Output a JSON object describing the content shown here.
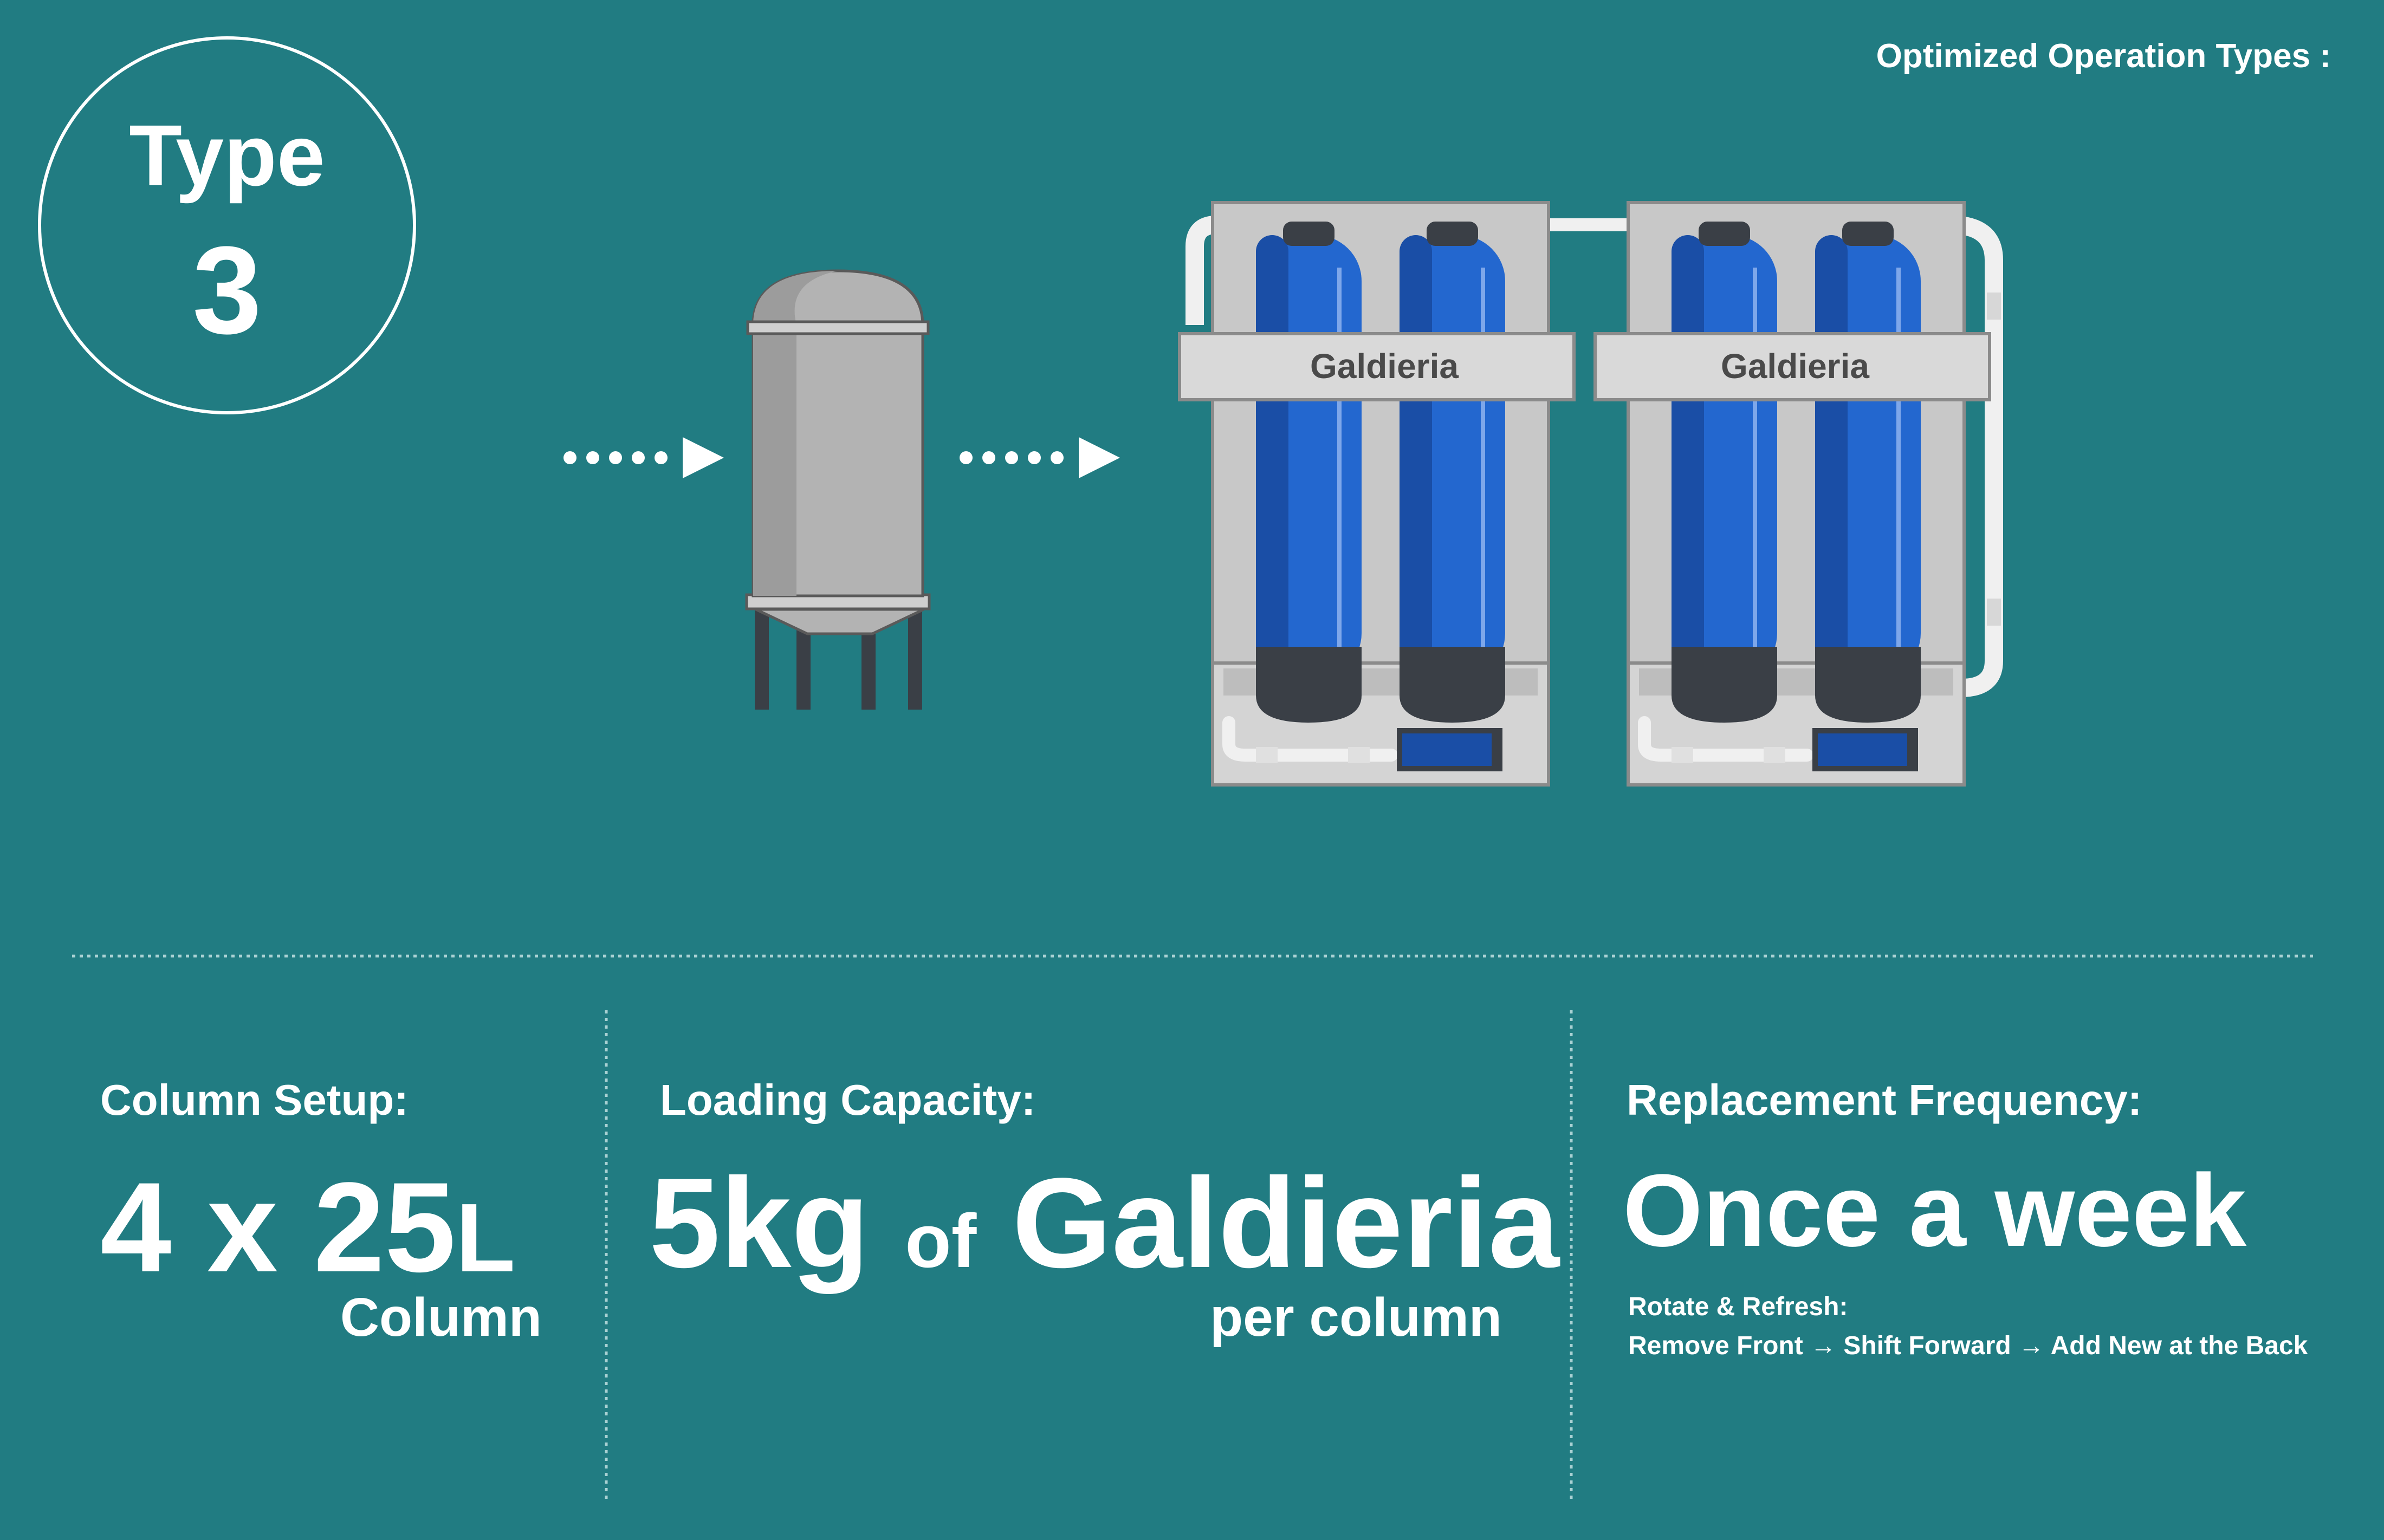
{
  "header": {
    "label": "Optimized Operation Types :"
  },
  "type_badge": {
    "word": "Type",
    "number": "3"
  },
  "colors": {
    "background": "#217c82",
    "tank_gray": "#b3b3b3",
    "column_blue": "#2367cf",
    "rack_gray": "#c8c8c8",
    "pipe_white": "#f0f0f0"
  },
  "diagram": {
    "icons": [
      "flow-arrow-icon",
      "storage-tank-icon",
      "flow-arrow-icon",
      "column-rack-icon",
      "column-rack-icon"
    ],
    "rack_labels": [
      "Galdieria",
      "Galdieria"
    ]
  },
  "stats": {
    "column_setup": {
      "label": "Column Setup:",
      "value_main": "4 x 25",
      "value_unit": "L",
      "value_sub": "Column"
    },
    "loading_capacity": {
      "label": "Loading Capacity:",
      "amount": "5kg",
      "connector": "of",
      "material": "Galdieria",
      "sub": "per column"
    },
    "replacement_frequency": {
      "label": "Replacement Frequency:",
      "value": "Once a week",
      "note_title": "Rotate & Refresh:",
      "note_steps": "Remove Front → Shift Forward → Add New at the Back"
    }
  }
}
